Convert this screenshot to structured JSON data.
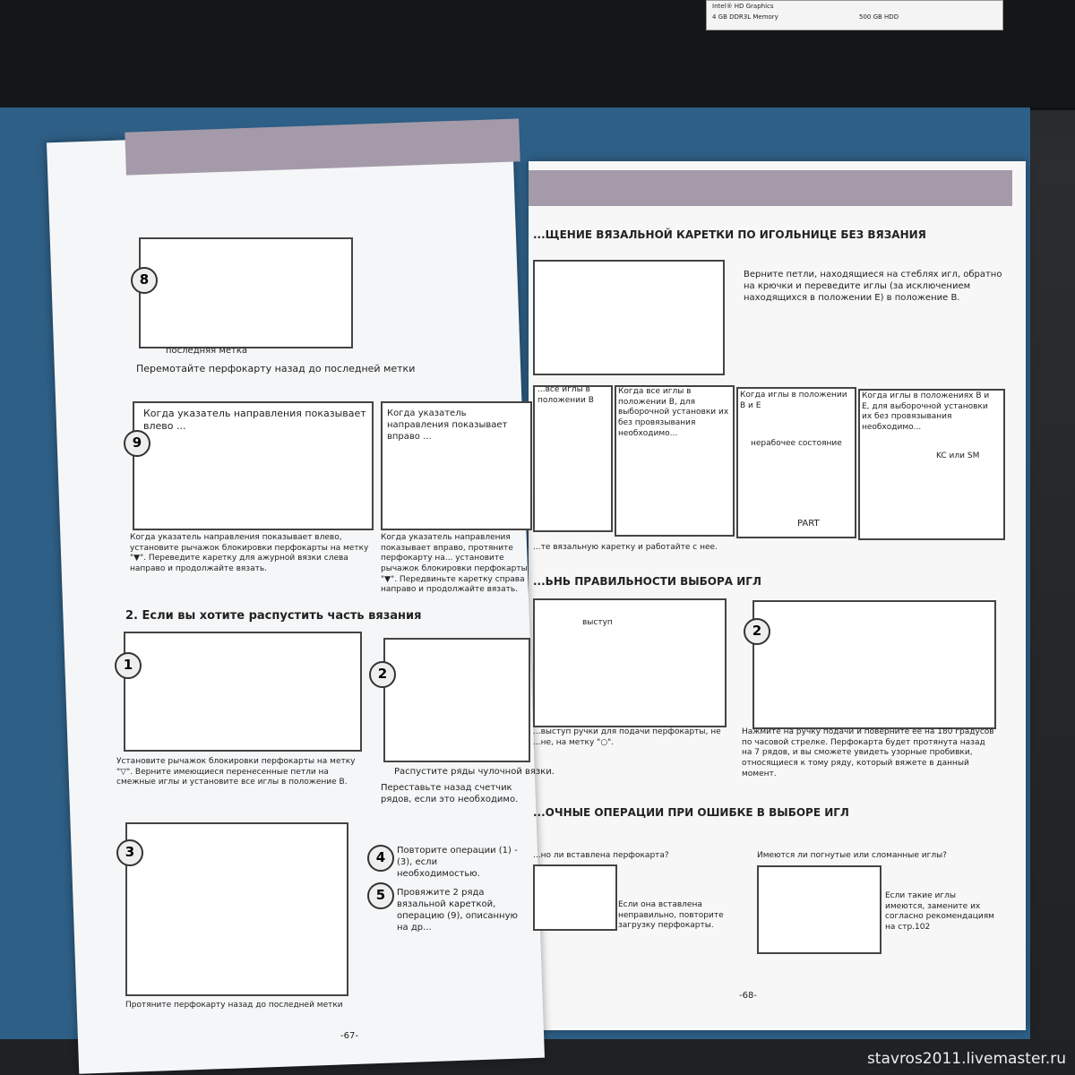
{
  "laptop": {
    "sticker_memory": "4 GB DDR3L Memory",
    "sticker_hdd": "500 GB HDD",
    "sticker_graphics": "Intel® HD Graphics"
  },
  "left_page": {
    "step8_label": "последняя метка",
    "step8_caption": "Перемотайте перфокарту назад до последней метки",
    "step9_title_left": "Когда указатель направления показывает влево ...",
    "step9_title_right": "Когда указатель направления показывает вправо ...",
    "step9_text_left": "Когда указатель направления показывает влево, установите рычажок блокировки перфокарты на метку \"▼\". Переведите каретку для ажурной вязки слева направо и продолжайте вязать.",
    "step9_text_right": "Когда указатель направления показывает вправо, протяните перфокарту на... установите рычажок блокировки перфокарты \"▼\". Передвиньте каретку справа направо и продолжайте вязать.",
    "section2_title": "2. Если вы хотите распустить часть вязания",
    "step1_text": "Установите рычажок блокировки перфокарты на метку \"▽\". Верните имеющиеся перенесенные петли на смежные иглы и установите все иглы в положение B.",
    "step2_text": "Распустите ряды чулочной вязки.",
    "step2_note": "Переставьте назад счетчик рядов, если это необходимо.",
    "step4_text": "Повторите операции (1) - (3), если необходимостью.",
    "step5_text": "Провяжите 2 ряда вязальной кареткой, операцию (9), описанную на др...",
    "step3_caption": "Протяните перфокарту назад до последней метки",
    "page_number": "-67-"
  },
  "right_page": {
    "heading1": "...ЩЕНИЕ ВЯЗАЛЬНОЙ КАРЕТКИ ПО ИГОЛЬНИЦЕ БЕЗ ВЯЗАНИЯ",
    "intro_text": "Верните петли, находящиеся на стеблях игл, обратно на крючки и переведите иглы (за исключением находящихся в положении E) в положение B.",
    "case1": "...все иглы в положении B",
    "case2": "Когда все иглы в положении B, для выборочной установки их без провязывания необходимо...",
    "case3": "Когда иглы в положении B и E",
    "case4": "Когда иглы в положениях B и E, для выборочной установки их без провязывания необходимо...",
    "state_label": "нерабочее состояние",
    "kc_label": "KC или SM",
    "part_label": "PART",
    "move_text": "...те вязальную каретку и работайте с нее.",
    "heading2": "...ЬНЬ ПРАВИЛЬНОСТИ ВЫБОРА ИГЛ",
    "vystup_label": "выступ",
    "check1_text": "...выступ ручки для подачи перфокарты, не ...не, на метку \"○\".",
    "check2_text": "Нажмите на ручку подачи и поверните ее на 180 градусов по часовой стрелке. Перфокарта будет протянута назад на 7 рядов, и вы сможете увидеть узорные пробивки, относящиеся к тому ряду, который вяжете в данный момент.",
    "heading3": "...ОЧНЫЕ ОПЕРАЦИИ ПРИ ОШИБКЕ В ВЫБОРЕ ИГЛ",
    "question1": "...но ли вставлена перфокарта?",
    "answer1": "Если она вставлена неправильно, повторите загрузку перфокарты.",
    "question2": "Имеются ли погнутые или сломанные иглы?",
    "answer2": "Если такие иглы имеются, замените их согласно рекомендациям на стр.102",
    "page_number": "-68-"
  },
  "watermark": "stavros2011.livemaster.ru",
  "colors": {
    "banner": "#a59aaa",
    "folder": "#2e5f86",
    "paper": "#f6f6f6"
  }
}
